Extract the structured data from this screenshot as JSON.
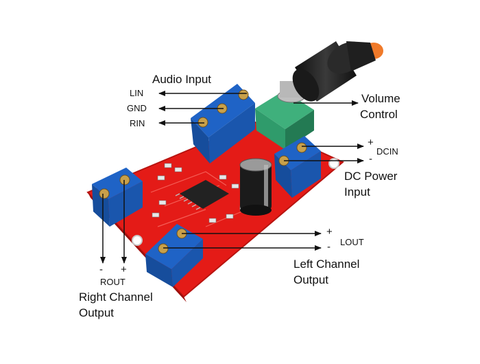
{
  "labels": {
    "audio_input": "Audio Input",
    "lin": "LIN",
    "gnd": "GND",
    "rin": "RIN",
    "volume_control_line1": "Volume",
    "volume_control_line2": "Control",
    "dcin": "DCIN",
    "dcin_plus": "+",
    "dcin_minus": "-",
    "dc_power_line1": "DC Power",
    "dc_power_line2": "Input",
    "lout": "LOUT",
    "lout_plus": "+",
    "lout_minus": "-",
    "left_channel_line1": "Left Channel",
    "left_channel_line2": "Output",
    "rout": "ROUT",
    "rout_minus": "-",
    "rout_plus": "+",
    "right_channel_line1": "Right Channel",
    "right_channel_line2": "Output"
  },
  "colors": {
    "pcb": "#e41b17",
    "terminal": "#1f63c6",
    "potentiometer": "#2f9b6b",
    "knob": "#2a2a2a",
    "knob_cap": "#f07a2a"
  }
}
